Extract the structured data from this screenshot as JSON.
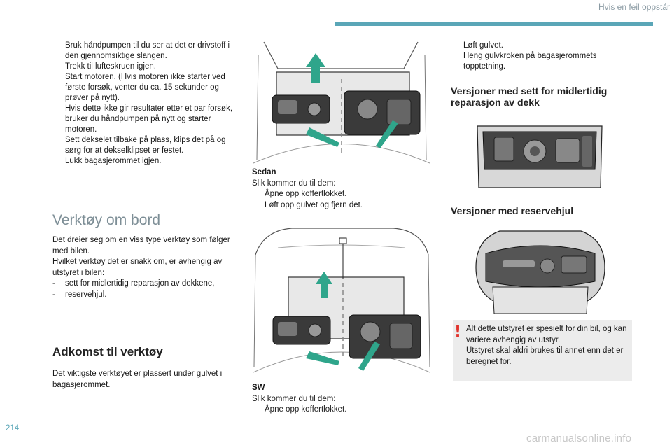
{
  "header": {
    "title": "Hvis en feil oppstår"
  },
  "col1_bullets": [
    "Bruk håndpumpen til du ser at det er drivstoff i den gjennomsiktige slangen.",
    "Trekk til lufteskruen igjen.",
    "Start motoren. (Hvis motoren ikke starter ved første forsøk, venter du ca. 15 sekunder og prøver på nytt).",
    "Hvis dette ikke gir resultater etter et par forsøk, bruker du håndpumpen på nytt og starter motoren.",
    "Sett dekselet tilbake på plass, klips det på og sørg for at dekselklipset er festet.",
    "Lukk bagasjerommet igjen."
  ],
  "bullet_marker": "",
  "tools_section": {
    "heading": "Verktøy om bord",
    "intro": "Det dreier seg om en viss type verktøy som følger med bilen.",
    "intro2": "Hvilket verktøy det er snakk om, er avhengig av utstyret i bilen:",
    "items": [
      "sett for midlertidig reparasjon av dekkene,",
      "reservehjul."
    ],
    "dash": "-"
  },
  "access_section": {
    "heading": "Adkomst til verktøy",
    "text": "Det viktigste verktøyet er plassert under gulvet i bagasjerommet."
  },
  "sedan": {
    "label": "Sedan",
    "lead": "Slik kommer du til dem:",
    "steps": [
      "Åpne opp koffertlokket.",
      "Løft opp gulvet og fjern det."
    ]
  },
  "sw": {
    "label": "SW",
    "lead": "Slik kommer du til dem:",
    "steps": [
      "Åpne opp koffertlokket."
    ]
  },
  "col3_bullets": [
    "Løft gulvet.",
    "Heng gulvkroken på bagasjerommets topptetning."
  ],
  "repair_kit_heading": "Versjoner med sett for midlertidig reparasjon av dekk",
  "spare_wheel_heading": "Versjoner med reservehjul",
  "warning": {
    "mark": "!",
    "line1": "Alt dette utstyret er spesielt for din bil, og kan variere avhengig av utstyr.",
    "line2": "Utstyret skal aldri brukes til annet enn det er beregnet for."
  },
  "page_number": "214",
  "watermark": "carmanualsonline.info",
  "colors": {
    "accent": "#5aa6b7",
    "arrow": "#2fa58b",
    "warning": "#e2342d"
  }
}
